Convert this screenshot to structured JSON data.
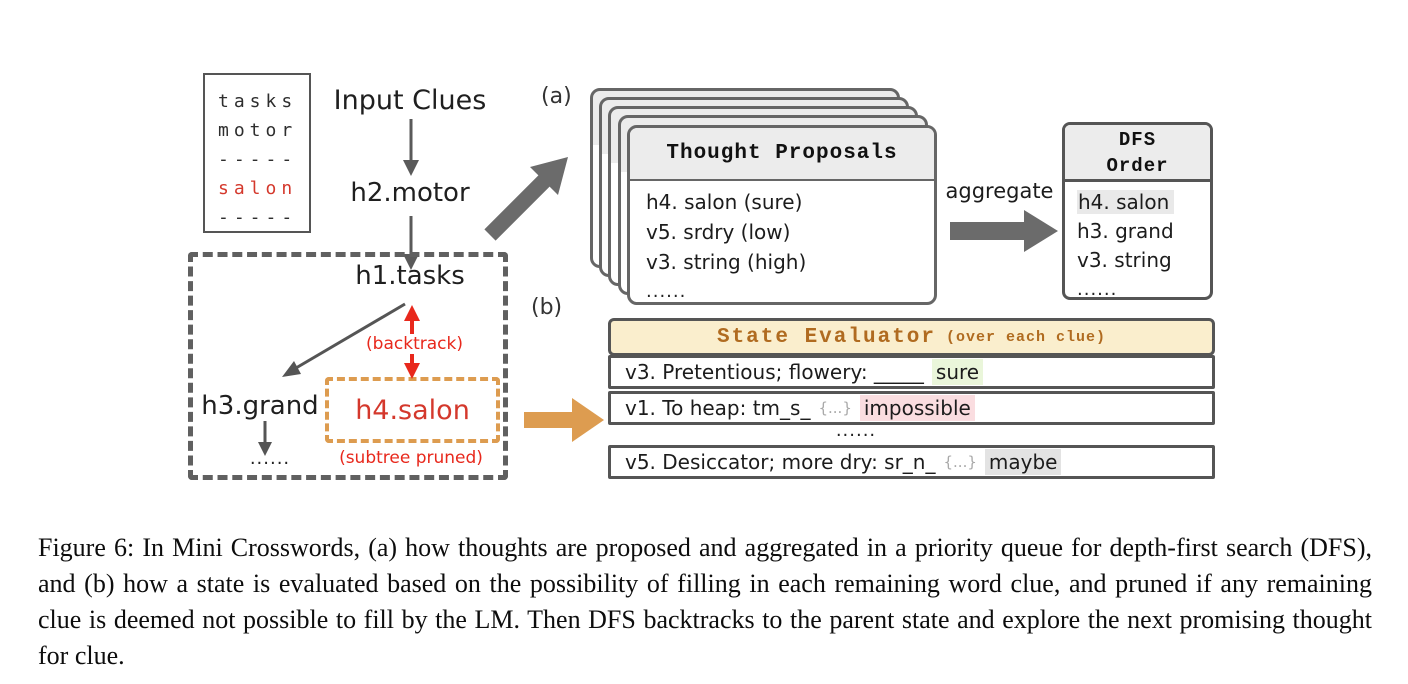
{
  "colors": {
    "border_gray": "#555555",
    "arrow_gray": "#6b6b6b",
    "red_bright": "#e8281c",
    "red_text": "#d4382c",
    "orange": "#dd9c50",
    "card_header_bg": "#ececec",
    "evaluator_header_bg": "#faeecd",
    "evaluator_header_text": "#b06b20",
    "highlight_green": "#eaf6da",
    "highlight_pink": "#fadde0",
    "highlight_gray": "#e3e3e3"
  },
  "board": {
    "rows": [
      "tasks",
      "motor",
      "-----",
      "salon",
      "-----"
    ]
  },
  "input": {
    "title": "Input Clues",
    "node_h2": "h2.motor"
  },
  "tree": {
    "node_h1": "h1.tasks",
    "node_h3": "h3.grand",
    "node_h4": "h4.salon",
    "backtrack_label": "(backtrack)",
    "pruned_label": "(subtree pruned)",
    "h3_children_dots": "......"
  },
  "labels": {
    "a": "(a)",
    "b": "(b)",
    "aggregate": "aggregate"
  },
  "proposals": {
    "title": "Thought Proposals",
    "items": [
      "h4. salon (sure)",
      "v5. srdry (low)",
      "v3. string (high)",
      "......"
    ]
  },
  "dfs_order": {
    "title_line1": "DFS",
    "title_line2": "Order",
    "items": [
      "h4. salon",
      "h3. grand",
      "v3. string",
      "......"
    ]
  },
  "evaluator": {
    "title": "State Evaluator",
    "title_suffix": "(over each clue)",
    "rows": [
      {
        "prefix": "v3. Pretentious; flowery: _____",
        "braces": "",
        "verdict": "sure"
      },
      {
        "prefix": "v1. To heap: tm_s_",
        "braces": "{...}",
        "verdict": "impossible"
      },
      {
        "prefix": "v5. Desiccator; more dry: sr_n_",
        "braces": "{...}",
        "verdict": "maybe"
      }
    ],
    "dots": "......"
  },
  "caption": "Figure 6: In Mini Crosswords, (a) how thoughts are proposed and aggregated in a priority queue for depth-first search (DFS), and (b) how a state is evaluated based on the possibility of filling in each remaining word clue, and pruned if any remaining clue is deemed not possible to fill by the LM. Then DFS backtracks to the parent state and explore the next promising thought for clue."
}
